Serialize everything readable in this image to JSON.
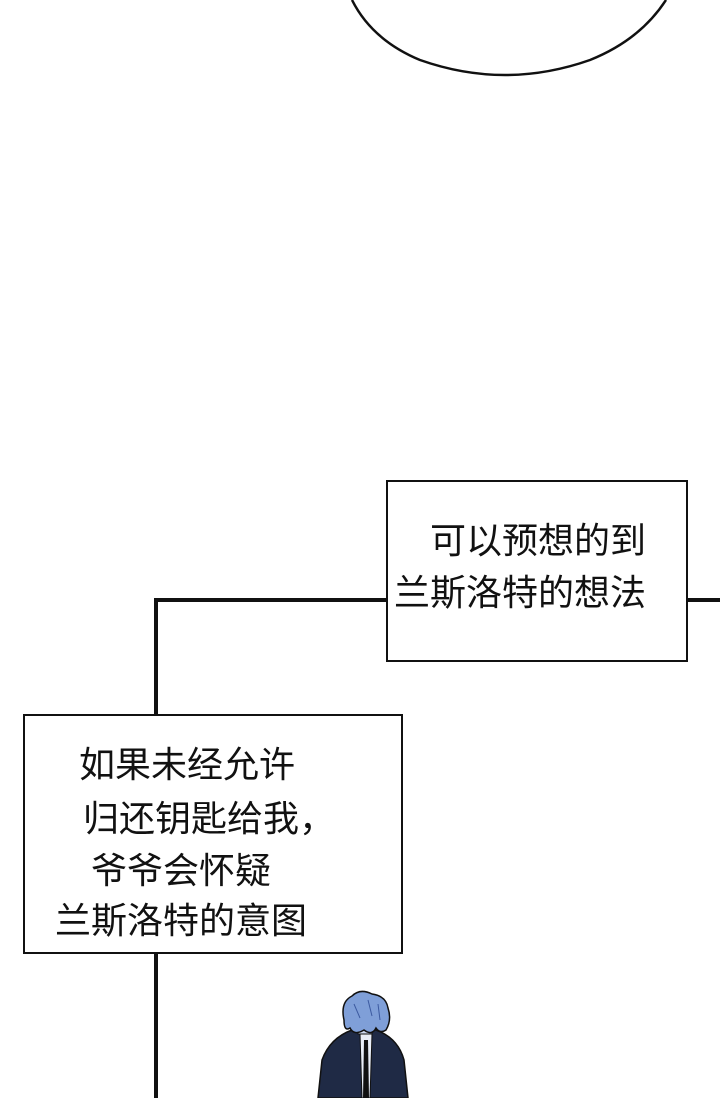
{
  "captions": {
    "top": {
      "lines": [
        "可以预想的到",
        "兰斯洛特的想法"
      ]
    },
    "bottom": {
      "lines": [
        "如果未经允许",
        "归还钥匙给我，",
        "爷爷会怀疑",
        "兰斯洛特的意图"
      ]
    }
  },
  "colors": {
    "ink": "#111111",
    "background": "#ffffff",
    "hair": "#7f9fd8",
    "coat": "#1f2a45"
  }
}
